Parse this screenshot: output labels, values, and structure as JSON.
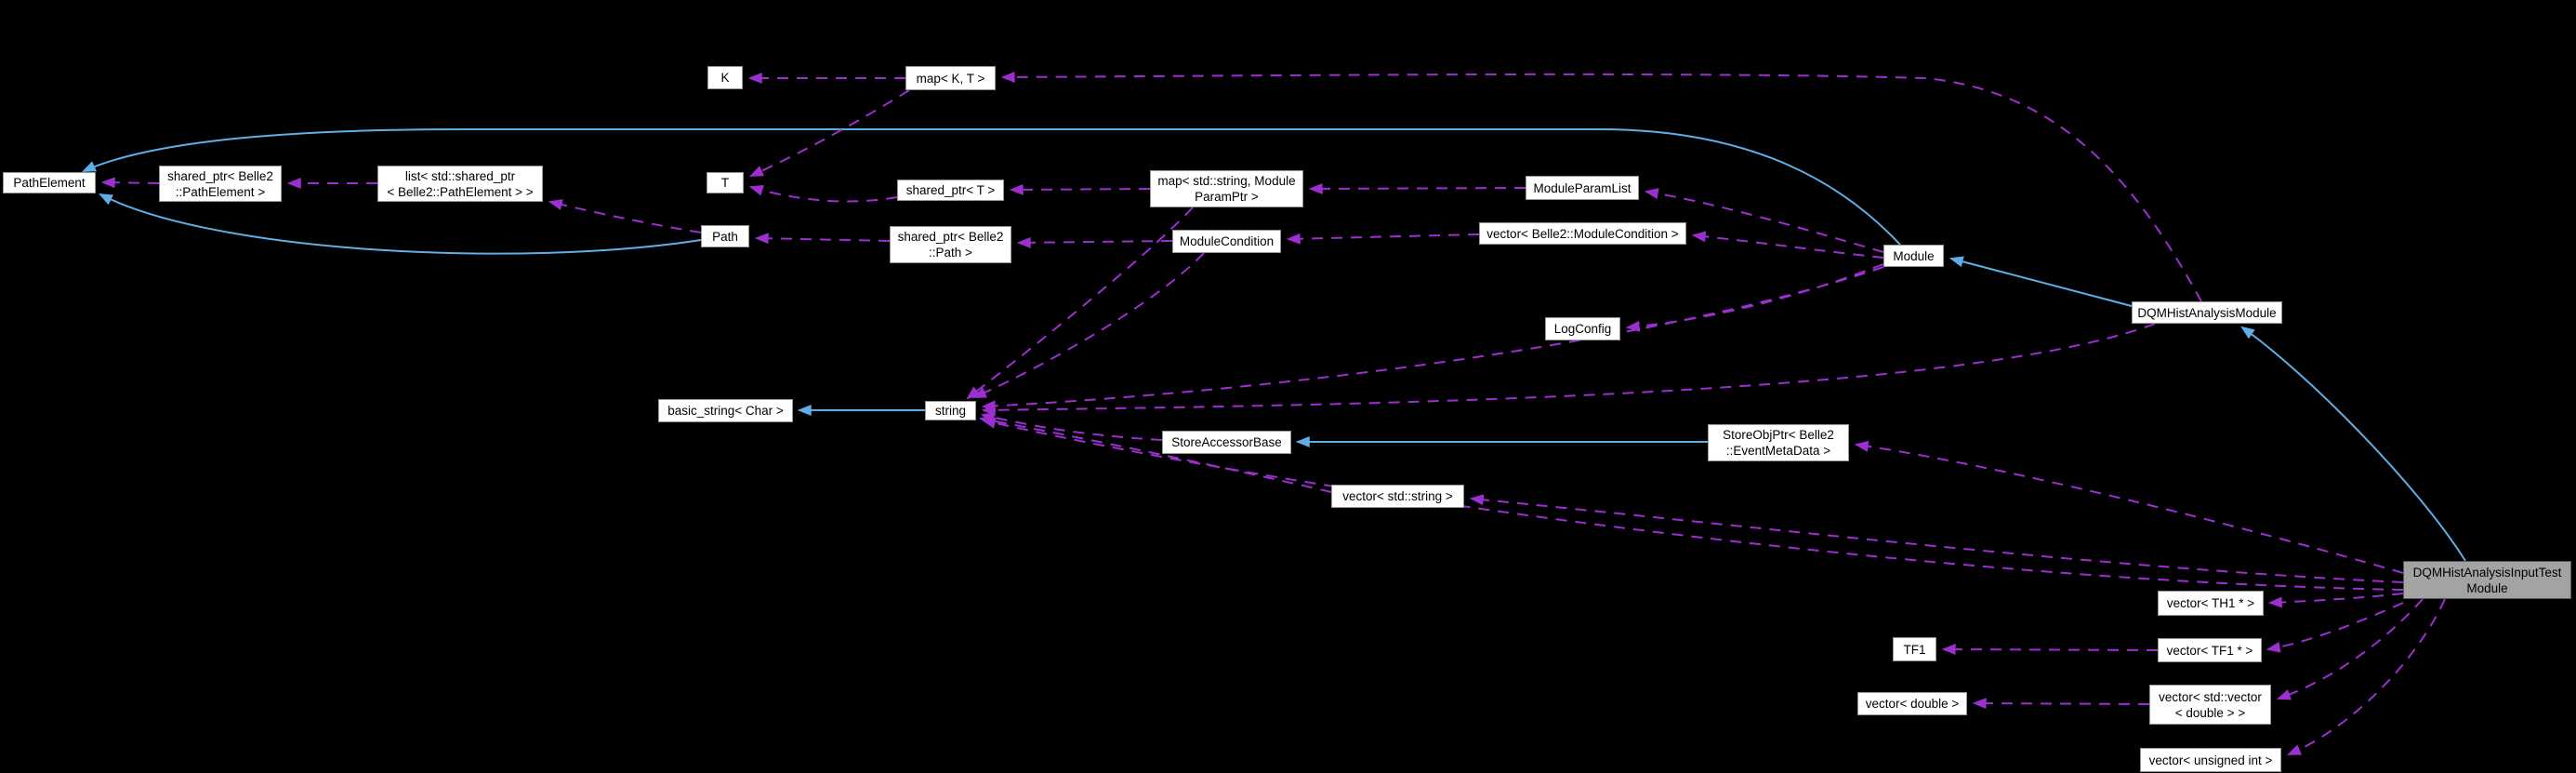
{
  "diagram_type": "doxygen-collaboration-graph",
  "colors": {
    "background": "#000000",
    "usage_edge": "#9d2fd1",
    "inheritance_edge": "#60aee8",
    "node_fill": "#ffffff",
    "node_border": "#969696",
    "highlight_fill": "#a3a3a3",
    "highlight_border": "#565656"
  },
  "nodes": {
    "k": {
      "label": "K"
    },
    "map_kt": {
      "label": "map< K, T >"
    },
    "path_element": {
      "label": "PathElement"
    },
    "shared_ptr_path_element": {
      "label": "shared_ptr< Belle2\n::PathElement >"
    },
    "list_shared_ptr": {
      "label": "list< std::shared_ptr\n< Belle2::PathElement > >"
    },
    "t": {
      "label": "T"
    },
    "shared_ptr_t": {
      "label": "shared_ptr< T >"
    },
    "map_module_param": {
      "label": "map< std::string, Module\nParamPtr >"
    },
    "module_param_list": {
      "label": "ModuleParamList"
    },
    "path": {
      "label": "Path"
    },
    "shared_ptr_belle2_path": {
      "label": "shared_ptr< Belle2\n::Path >"
    },
    "module_condition": {
      "label": "ModuleCondition"
    },
    "vector_module_condition": {
      "label": "vector< Belle2::ModuleCondition >"
    },
    "module": {
      "label": "Module"
    },
    "dqm_hist_analysis_module": {
      "label": "DQMHistAnalysisModule"
    },
    "log_config": {
      "label": "LogConfig"
    },
    "basic_string": {
      "label": "basic_string< Char >"
    },
    "string": {
      "label": "string"
    },
    "store_accessor_base": {
      "label": "StoreAccessorBase"
    },
    "store_obj_ptr": {
      "label": "StoreObjPtr< Belle2\n::EventMetaData >"
    },
    "vector_string": {
      "label": "vector< std::string >"
    },
    "dqm_input_test": {
      "label": "DQMHistAnalysisInputTest\nModule"
    },
    "vector_th1": {
      "label": "vector< TH1 * >"
    },
    "tf1": {
      "label": "TF1"
    },
    "vector_tf1": {
      "label": "vector< TF1 * >"
    },
    "vector_double": {
      "label": "vector< double >"
    },
    "vector_vector_double": {
      "label": "vector< std::vector\n< double > >"
    },
    "vector_unsigned_int": {
      "label": "vector< unsigned int >"
    }
  },
  "edges": [
    {
      "from": "string",
      "to": "basic_string",
      "type": "inheritance"
    },
    {
      "from": "store_obj_ptr",
      "to": "store_accessor_base",
      "type": "inheritance"
    },
    {
      "from": "path",
      "to": "path_element",
      "type": "inheritance"
    },
    {
      "from": "module",
      "to": "path_element",
      "type": "inheritance"
    },
    {
      "from": "dqm_hist_analysis_module",
      "to": "module",
      "type": "inheritance"
    },
    {
      "from": "dqm_input_test",
      "to": "dqm_hist_analysis_module",
      "type": "inheritance"
    },
    {
      "from": "map_kt",
      "to": "k",
      "type": "usage"
    },
    {
      "from": "map_kt",
      "to": "t",
      "type": "usage"
    },
    {
      "from": "shared_ptr_t",
      "to": "t",
      "type": "usage"
    },
    {
      "from": "list_shared_ptr",
      "to": "shared_ptr_path_element",
      "type": "usage"
    },
    {
      "from": "shared_ptr_path_element",
      "to": "path_element",
      "type": "usage"
    },
    {
      "from": "path",
      "to": "list_shared_ptr",
      "type": "usage"
    },
    {
      "from": "map_module_param",
      "to": "shared_ptr_t",
      "type": "usage"
    },
    {
      "from": "module_param_list",
      "to": "map_module_param",
      "type": "usage"
    },
    {
      "from": "shared_ptr_belle2_path",
      "to": "path",
      "type": "usage"
    },
    {
      "from": "module_condition",
      "to": "shared_ptr_belle2_path",
      "type": "usage"
    },
    {
      "from": "vector_module_condition",
      "to": "module_condition",
      "type": "usage"
    },
    {
      "from": "module",
      "to": "module_param_list",
      "type": "usage"
    },
    {
      "from": "module",
      "to": "vector_module_condition",
      "type": "usage"
    },
    {
      "from": "module",
      "to": "log_config",
      "type": "usage"
    },
    {
      "from": "module",
      "to": "string",
      "type": "usage"
    },
    {
      "from": "dqm_hist_analysis_module",
      "to": "map_kt",
      "type": "usage"
    },
    {
      "from": "dqm_hist_analysis_module",
      "to": "string",
      "type": "usage"
    },
    {
      "from": "map_module_param",
      "to": "string",
      "type": "usage"
    },
    {
      "from": "module_condition",
      "to": "string",
      "type": "usage"
    },
    {
      "from": "store_accessor_base",
      "to": "string",
      "type": "usage"
    },
    {
      "from": "vector_string",
      "to": "string",
      "type": "usage"
    },
    {
      "from": "dqm_input_test",
      "to": "store_obj_ptr",
      "type": "usage"
    },
    {
      "from": "dqm_input_test",
      "to": "vector_string",
      "type": "usage"
    },
    {
      "from": "dqm_input_test",
      "to": "string",
      "type": "usage"
    },
    {
      "from": "dqm_input_test",
      "to": "vector_th1",
      "type": "usage"
    },
    {
      "from": "dqm_input_test",
      "to": "vector_tf1",
      "type": "usage"
    },
    {
      "from": "dqm_input_test",
      "to": "vector_vector_double",
      "type": "usage"
    },
    {
      "from": "dqm_input_test",
      "to": "vector_unsigned_int",
      "type": "usage"
    },
    {
      "from": "vector_tf1",
      "to": "tf1",
      "type": "usage"
    },
    {
      "from": "vector_vector_double",
      "to": "vector_double",
      "type": "usage"
    }
  ]
}
